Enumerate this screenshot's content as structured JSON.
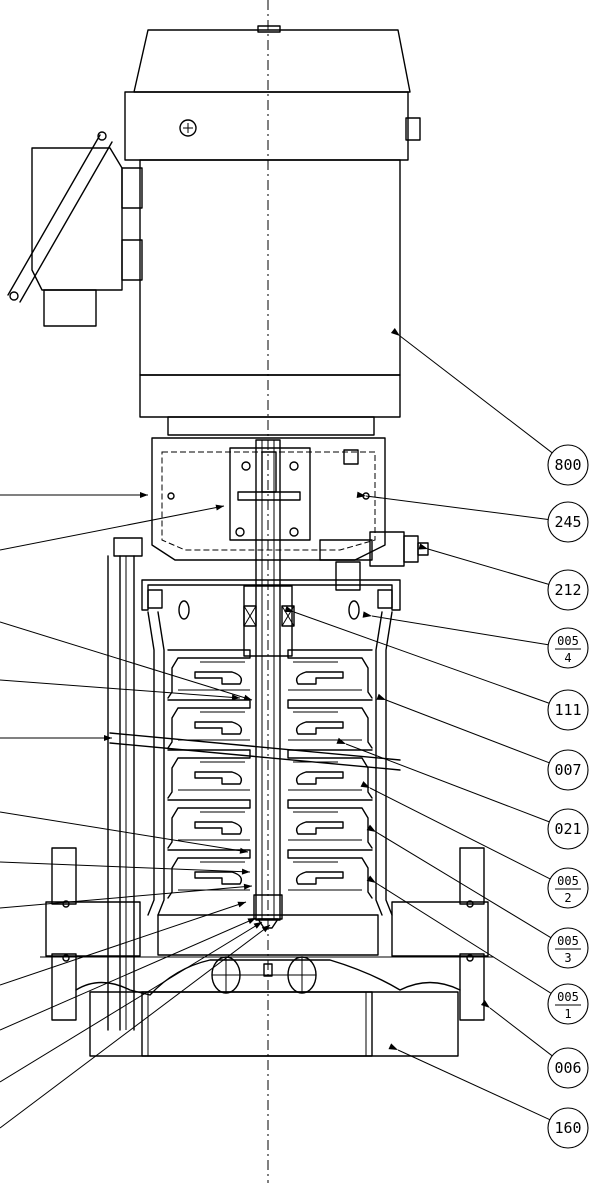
{
  "callouts": [
    {
      "id": "c800",
      "label": "800"
    },
    {
      "id": "c245",
      "label": "245"
    },
    {
      "id": "c212",
      "label": "212"
    },
    {
      "id": "c005-4",
      "label": "005",
      "sub": "4"
    },
    {
      "id": "c111",
      "label": "111"
    },
    {
      "id": "c007",
      "label": "007"
    },
    {
      "id": "c021",
      "label": "021"
    },
    {
      "id": "c005-2",
      "label": "005",
      "sub": "2"
    },
    {
      "id": "c005-3",
      "label": "005",
      "sub": "3"
    },
    {
      "id": "c005-1",
      "label": "005",
      "sub": "1"
    },
    {
      "id": "c006",
      "label": "006"
    },
    {
      "id": "c160",
      "label": "160"
    }
  ],
  "icons": {
    "motor_badge": "hex-screw-icon"
  }
}
